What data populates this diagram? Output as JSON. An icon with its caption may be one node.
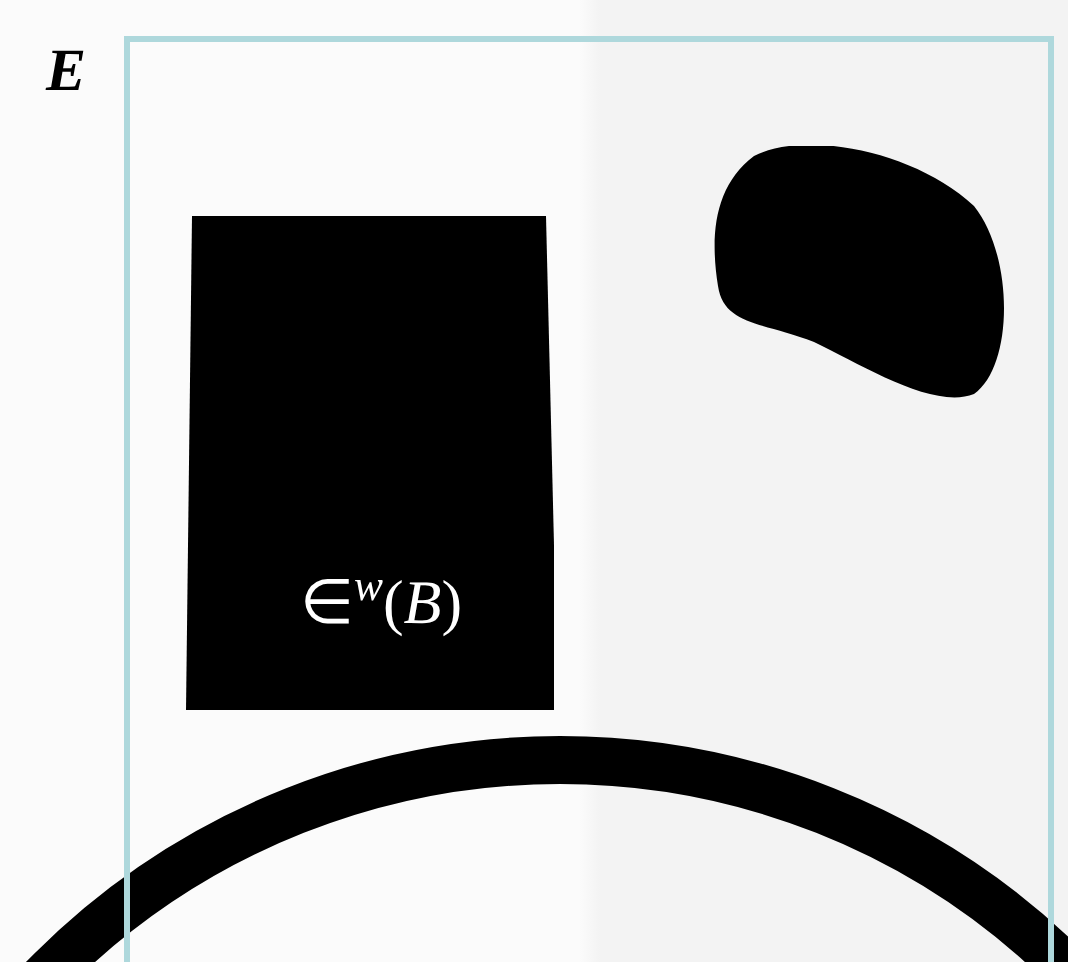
{
  "diagram": {
    "nodes": [
      {
        "text": [
          "E"
        ]
      },
      {
        "text": [
          "∈$^{w}$(*B*)"
        ],
        "in": 0
      },
      {
        "text": [],
        "shape": "blob",
        "in": 0
      }
    ],
    "edges": []
  }
}
